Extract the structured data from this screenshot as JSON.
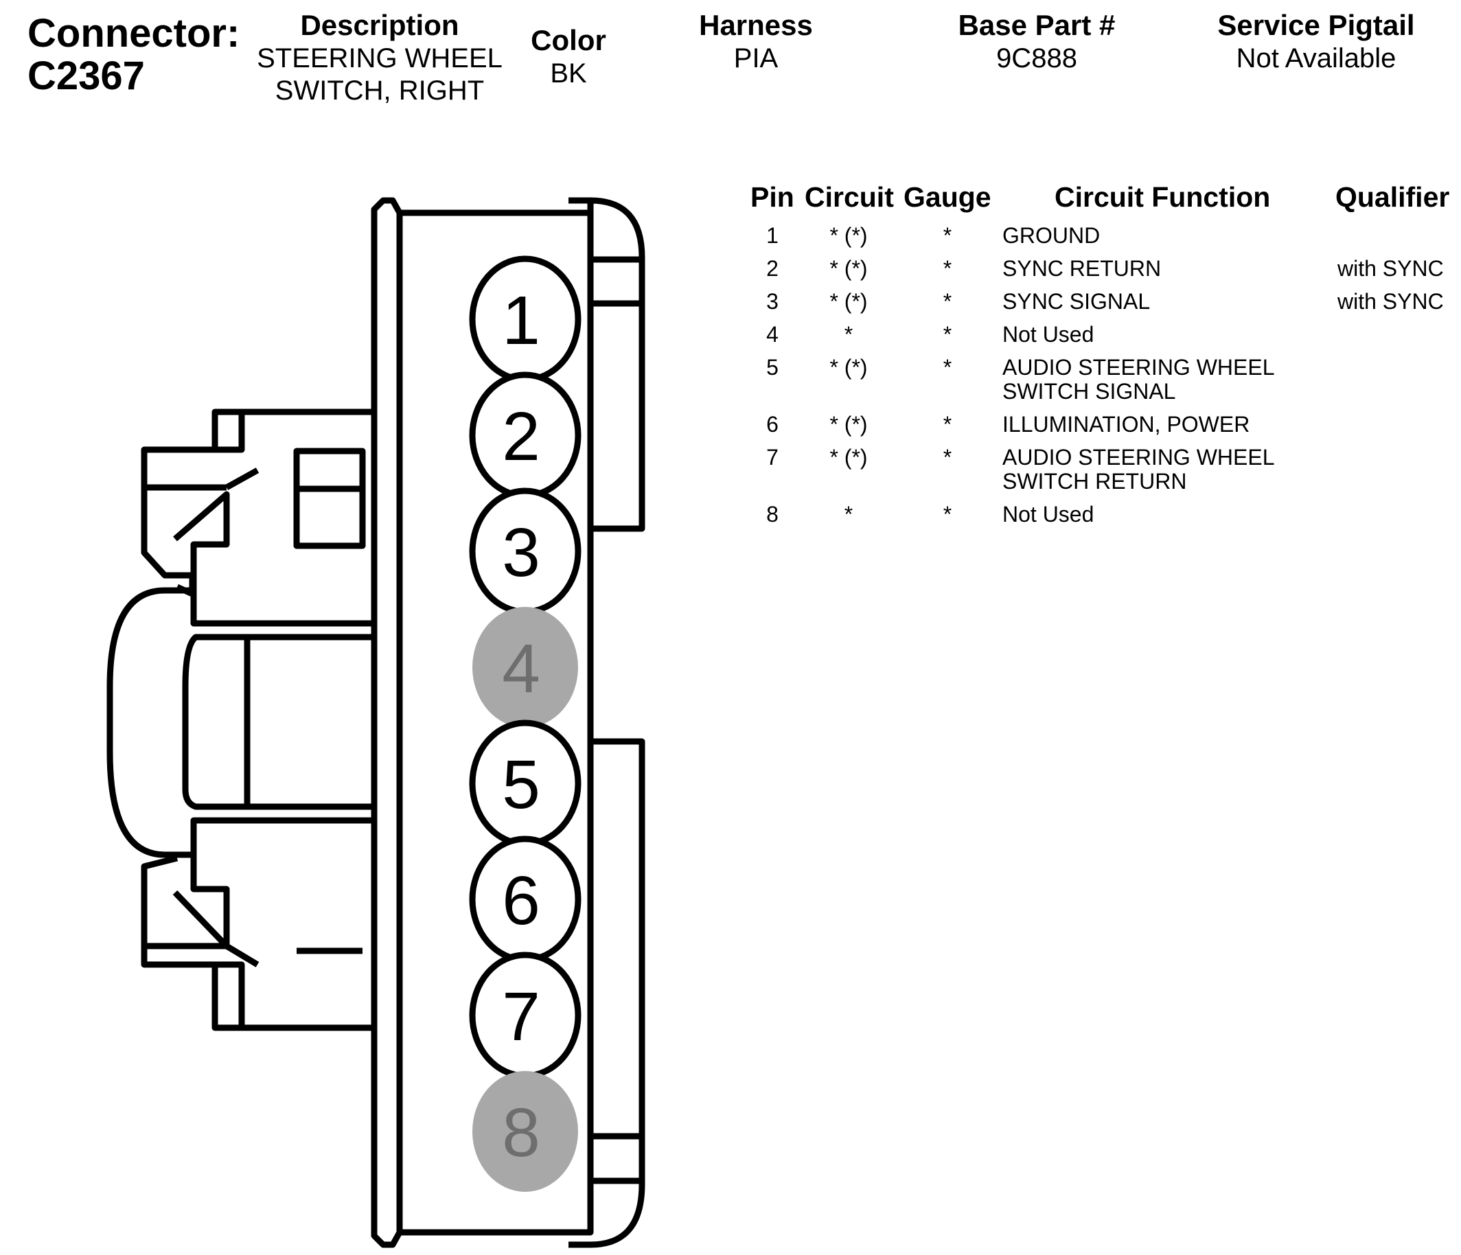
{
  "header": {
    "connector_label": "Connector:",
    "connector_id": "C2367",
    "description_label": "Description",
    "description_line1": "STEERING WHEEL",
    "description_line2": "SWITCH, RIGHT",
    "color_label": "Color",
    "color_value": "BK",
    "harness_label": "Harness",
    "harness_value": "PIA",
    "base_part_label": "Base Part #",
    "base_part_value": "9C888",
    "pigtail_label": "Service Pigtail",
    "pigtail_value": "Not Available"
  },
  "table": {
    "headers": {
      "pin": "Pin",
      "circuit": "Circuit",
      "gauge": "Gauge",
      "function": "Circuit Function",
      "qualifier": "Qualifier"
    },
    "rows": [
      {
        "pin": "1",
        "circuit": "* (*)",
        "gauge": "*",
        "function": [
          "GROUND"
        ],
        "qualifier": ""
      },
      {
        "pin": "2",
        "circuit": "* (*)",
        "gauge": "*",
        "function": [
          "SYNC RETURN"
        ],
        "qualifier": "with SYNC"
      },
      {
        "pin": "3",
        "circuit": "* (*)",
        "gauge": "*",
        "function": [
          "SYNC SIGNAL"
        ],
        "qualifier": "with SYNC"
      },
      {
        "pin": "4",
        "circuit": "*",
        "gauge": "*",
        "function": [
          "Not Used"
        ],
        "qualifier": ""
      },
      {
        "pin": "5",
        "circuit": "* (*)",
        "gauge": "*",
        "function": [
          "AUDIO STEERING WHEEL",
          "SWITCH SIGNAL"
        ],
        "qualifier": ""
      },
      {
        "pin": "6",
        "circuit": "* (*)",
        "gauge": "*",
        "function": [
          "ILLUMINATION, POWER"
        ],
        "qualifier": ""
      },
      {
        "pin": "7",
        "circuit": "* (*)",
        "gauge": "*",
        "function": [
          "AUDIO STEERING WHEEL",
          "SWITCH RETURN"
        ],
        "qualifier": ""
      },
      {
        "pin": "8",
        "circuit": "*",
        "gauge": "*",
        "function": [
          "Not Used"
        ],
        "qualifier": ""
      }
    ]
  },
  "connector_pins": [
    {
      "label": "1",
      "used": true
    },
    {
      "label": "2",
      "used": true
    },
    {
      "label": "3",
      "used": true
    },
    {
      "label": "4",
      "used": false
    },
    {
      "label": "5",
      "used": true
    },
    {
      "label": "6",
      "used": true
    },
    {
      "label": "7",
      "used": true
    },
    {
      "label": "8",
      "used": false
    }
  ],
  "colors": {
    "outline": "#000000",
    "pin_fill_used": "#ffffff",
    "pin_fill_unused": "#a8a8a8",
    "pin_text_unused": "#6e6e6e"
  }
}
